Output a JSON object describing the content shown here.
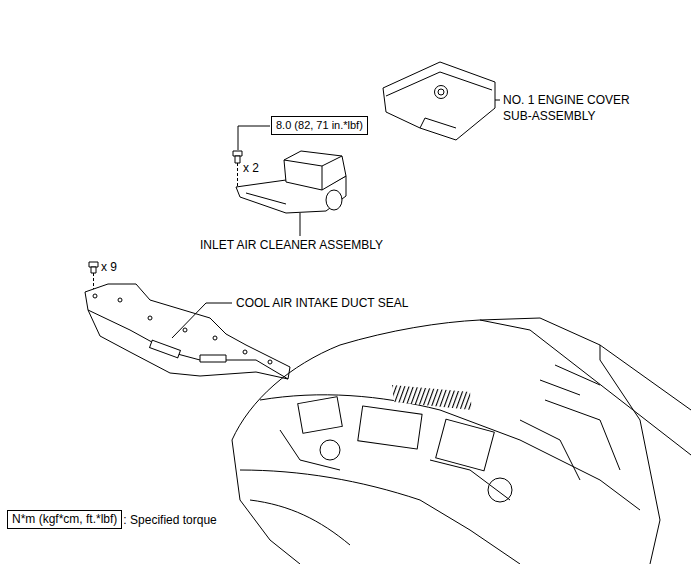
{
  "diagram": {
    "nodes": [
      {
        "text": [
          "8.0 (82, 71 in.*lbf)"
        ]
      },
      {
        "text": [
          "N*m (kgf*cm, ft.*lbf)"
        ]
      }
    ],
    "labels": [
      "x 2",
      "NO. 1 ENGINE COVER SUB-ASSEMBLY",
      "INLET AIR CLEANER ASSEMBLY",
      "x 9",
      "COOL AIR INTAKE DUCT SEAL",
      ": Specified torque"
    ]
  }
}
